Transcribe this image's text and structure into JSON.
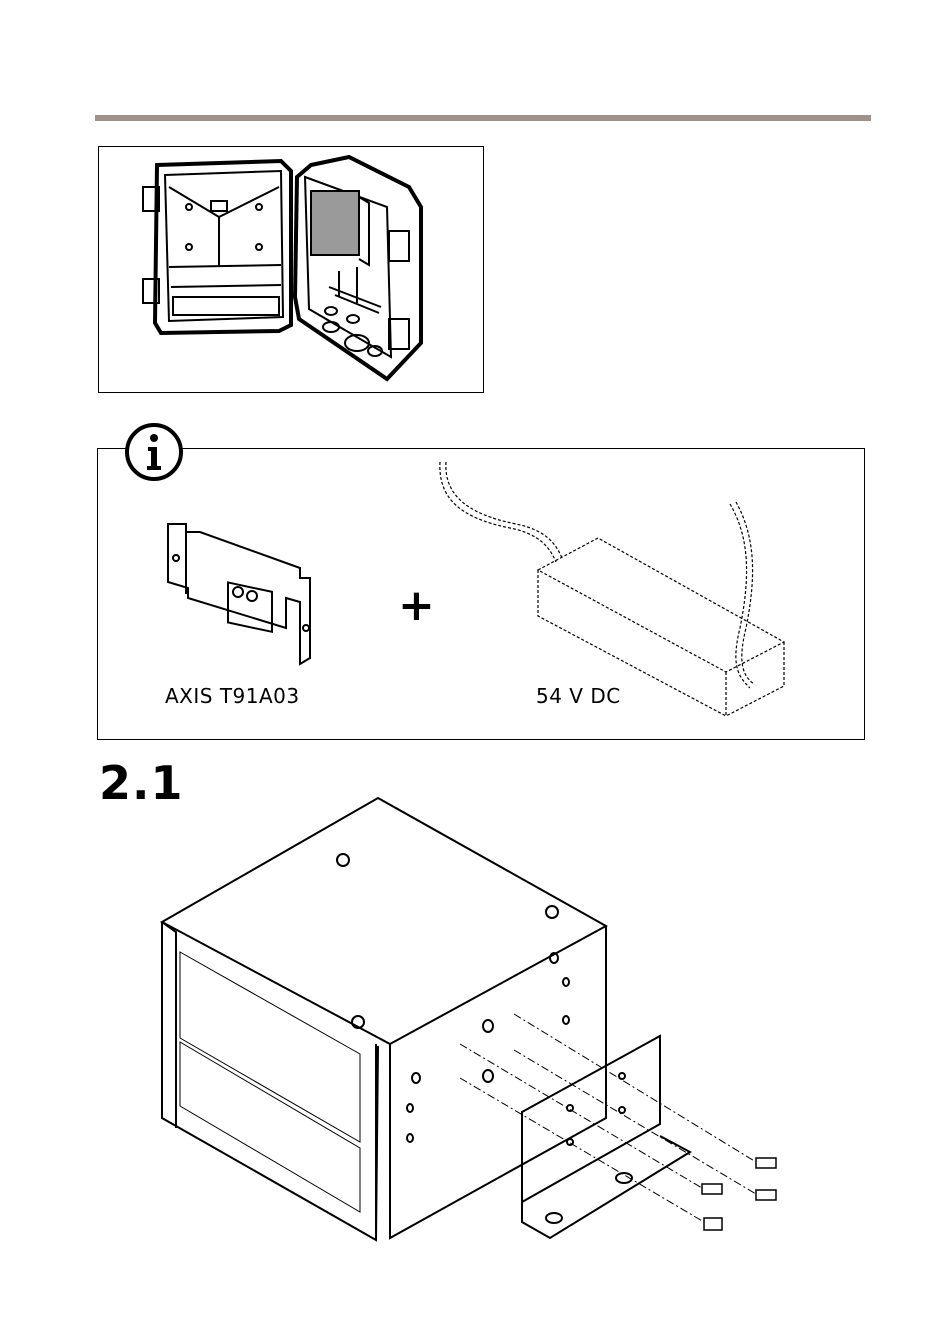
{
  "info": {
    "bracket_label": "AXIS T91A03",
    "plus": "+",
    "power_label": "54 V DC"
  },
  "step": {
    "number": "2.1"
  },
  "colors": {
    "rule": "#a0918a",
    "ink": "#000000"
  },
  "icons": [
    "info-icon",
    "enclosure-illustration",
    "bracket-illustration",
    "power-supply-illustration",
    "switch-mounting-illustration"
  ]
}
